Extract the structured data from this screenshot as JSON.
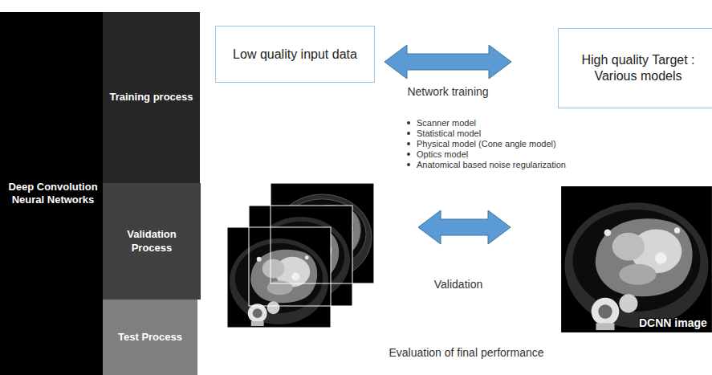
{
  "diagram": {
    "nodes": [
      {
        "text": [
          "Deep Convolution Neural Networks"
        ]
      },
      {
        "text": [
          "Training process"
        ]
      },
      {
        "text": [
          "Validation Process"
        ]
      },
      {
        "text": [
          "Test Process"
        ]
      },
      {
        "text": [
          "Low quality input data"
        ]
      },
      {
        "text": [
          "High quality Target : Various models"
        ]
      }
    ],
    "edges": [
      {
        "from": 4,
        "to": 5,
        "arrow": "both",
        "label": "Network training"
      }
    ],
    "labels": [
      "Scanner model",
      "Statistical model",
      "Physical model (Cone angle model)",
      "Optics model",
      "Anatomical based noise regularization",
      "Validation",
      "DCNN image",
      "Evaluation of final performance"
    ]
  }
}
